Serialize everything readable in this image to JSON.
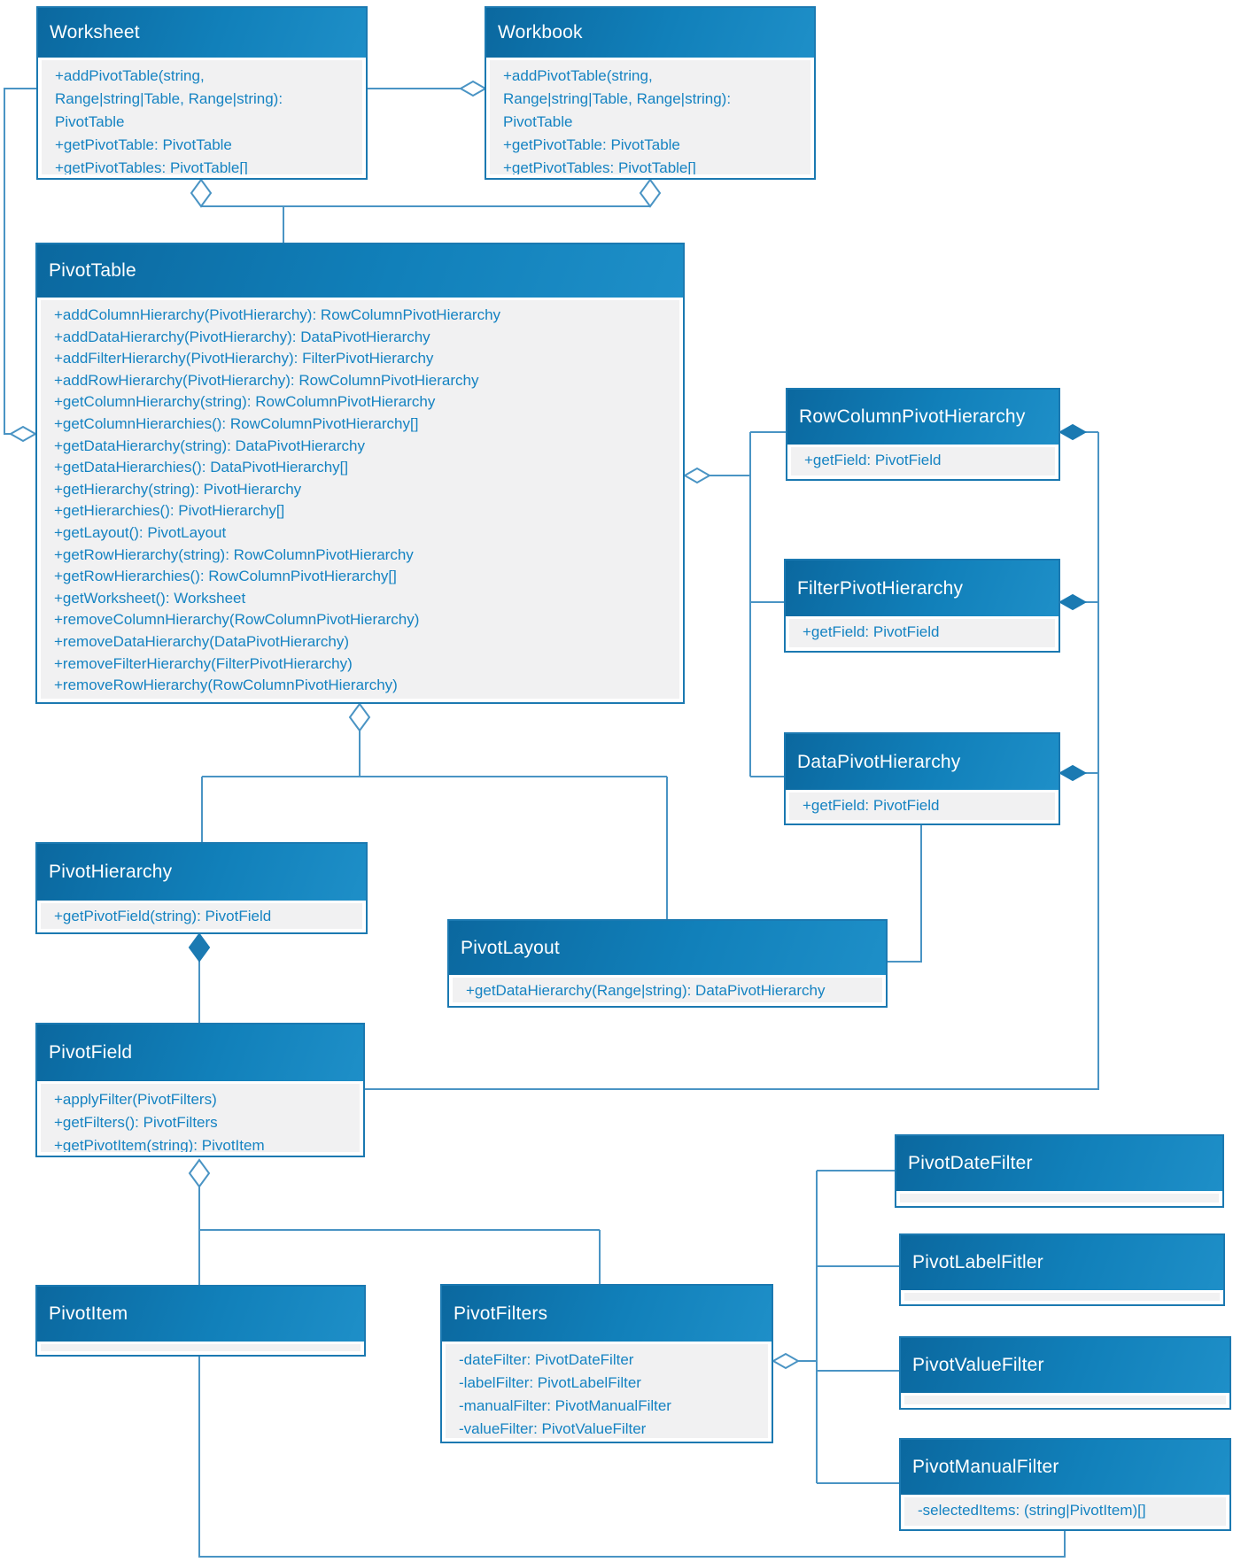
{
  "colors": {
    "header_gradient_start": "#0b689f",
    "header_gradient_end": "#1e8fc8",
    "box_border": "#1b79b1",
    "member_background": "#f1f1f2",
    "member_text": "#1583c2",
    "title_text": "#ffffff",
    "connector_line": "#4a94c4",
    "filled_diamond": "#1b7ab2"
  },
  "classes": {
    "worksheet": {
      "name": "Worksheet",
      "members": [
        "+addPivotTable(string,",
        "Range|string|Table, Range|string):",
        "PivotTable",
        "+getPivotTable: PivotTable",
        "+getPivotTables: PivotTable[]"
      ]
    },
    "workbook": {
      "name": "Workbook",
      "members": [
        "+addPivotTable(string,",
        "Range|string|Table, Range|string):",
        "PivotTable",
        "+getPivotTable: PivotTable",
        "+getPivotTables: PivotTable[]"
      ]
    },
    "pivotTable": {
      "name": "PivotTable",
      "members": [
        "+addColumnHierarchy(PivotHierarchy): RowColumnPivotHierarchy",
        "+addDataHierarchy(PivotHierarchy): DataPivotHierarchy",
        "+addFilterHierarchy(PivotHierarchy): FilterPivotHierarchy",
        "+addRowHierarchy(PivotHierarchy): RowColumnPivotHierarchy",
        "+getColumnHierarchy(string): RowColumnPivotHierarchy",
        "+getColumnHierarchies(): RowColumnPivotHierarchy[]",
        "+getDataHierarchy(string): DataPivotHierarchy",
        "+getDataHierarchies(): DataPivotHierarchy[]",
        "+getHierarchy(string): PivotHierarchy",
        "+getHierarchies(): PivotHierarchy[]",
        "+getLayout(): PivotLayout",
        "+getRowHierarchy(string): RowColumnPivotHierarchy",
        "+getRowHierarchies(): RowColumnPivotHierarchy[]",
        "+getWorksheet(): Worksheet",
        "+removeColumnHierarchy(RowColumnPivotHierarchy)",
        "+removeDataHierarchy(DataPivotHierarchy)",
        "+removeFilterHierarchy(FilterPivotHierarchy)",
        "+removeRowHierarchy(RowColumnPivotHierarchy)"
      ]
    },
    "rowColumnPivotHierarchy": {
      "name": "RowColumnPivotHierarchy",
      "members": [
        "+getField: PivotField"
      ]
    },
    "filterPivotHierarchy": {
      "name": "FilterPivotHierarchy",
      "members": [
        "+getField: PivotField"
      ]
    },
    "dataPivotHierarchy": {
      "name": "DataPivotHierarchy",
      "members": [
        "+getField: PivotField"
      ]
    },
    "pivotHierarchy": {
      "name": "PivotHierarchy",
      "members": [
        "+getPivotField(string): PivotField"
      ]
    },
    "pivotLayout": {
      "name": "PivotLayout",
      "members": [
        "+getDataHierarchy(Range|string): DataPivotHierarchy"
      ]
    },
    "pivotField": {
      "name": "PivotField",
      "members": [
        "+applyFilter(PivotFilters)",
        "+getFilters(): PivotFilters",
        "+getPivotItem(string): PivotItem"
      ]
    },
    "pivotItem": {
      "name": "PivotItem",
      "members": []
    },
    "pivotFilters": {
      "name": "PivotFilters",
      "members": [
        "-dateFilter: PivotDateFilter",
        "-labelFilter: PivotLabelFilter",
        "-manualFilter: PivotManualFilter",
        "-valueFilter: PivotValueFilter"
      ]
    },
    "pivotDateFilter": {
      "name": "PivotDateFilter",
      "members": []
    },
    "pivotLabelFitler": {
      "name": "PivotLabelFitler",
      "members": []
    },
    "pivotValueFilter": {
      "name": "PivotValueFilter",
      "members": []
    },
    "pivotManualFilter": {
      "name": "PivotManualFilter",
      "members": [
        "-selectedItems: (string|PivotItem)[]"
      ]
    }
  },
  "relationships": [
    {
      "from": "Worksheet",
      "to": "Workbook",
      "type": "aggregation-hollow",
      "diamond_at": "Workbook"
    },
    {
      "from": "PivotTable",
      "to": "Worksheet",
      "type": "aggregation-hollow",
      "diamond_at": "Worksheet-bottom"
    },
    {
      "from": "PivotTable",
      "to": "Workbook",
      "type": "aggregation-hollow",
      "diamond_at": "Workbook-bottom"
    },
    {
      "from": "Worksheet",
      "to": "PivotTable",
      "type": "aggregation-hollow",
      "diamond_at": "PivotTable-left"
    },
    {
      "from": "PivotTable",
      "to": "RowColumnPivotHierarchy",
      "type": "aggregation-hollow",
      "diamond_at": "PivotTable-right"
    },
    {
      "from": "PivotTable",
      "to": "FilterPivotHierarchy",
      "type": "aggregation-hollow",
      "diamond_at": "PivotTable-right"
    },
    {
      "from": "PivotTable",
      "to": "DataPivotHierarchy",
      "type": "aggregation-hollow",
      "diamond_at": "PivotTable-right"
    },
    {
      "from": "PivotTable",
      "to": "PivotHierarchy",
      "type": "aggregation-hollow",
      "diamond_at": "PivotTable-bottom"
    },
    {
      "from": "PivotTable",
      "to": "PivotLayout",
      "type": "aggregation-hollow",
      "diamond_at": "PivotTable-bottom"
    },
    {
      "from": "PivotLayout",
      "to": "DataPivotHierarchy",
      "type": "association"
    },
    {
      "from": "RowColumnPivotHierarchy",
      "to": "PivotField",
      "type": "composition-filled",
      "diamond_at": "RowColumnPivotHierarchy-right"
    },
    {
      "from": "FilterPivotHierarchy",
      "to": "PivotField",
      "type": "composition-filled",
      "diamond_at": "FilterPivotHierarchy-right"
    },
    {
      "from": "DataPivotHierarchy",
      "to": "PivotField",
      "type": "composition-filled",
      "diamond_at": "DataPivotHierarchy-right"
    },
    {
      "from": "PivotHierarchy",
      "to": "PivotField",
      "type": "composition-filled",
      "diamond_at": "PivotHierarchy-bottom"
    },
    {
      "from": "PivotField",
      "to": "PivotItem",
      "type": "aggregation-hollow",
      "diamond_at": "PivotField-bottom"
    },
    {
      "from": "PivotField",
      "to": "PivotFilters",
      "type": "aggregation-hollow",
      "diamond_at": "PivotField-bottom"
    },
    {
      "from": "PivotFilters",
      "to": "PivotDateFilter",
      "type": "aggregation-hollow",
      "diamond_at": "PivotFilters-right"
    },
    {
      "from": "PivotFilters",
      "to": "PivotLabelFitler",
      "type": "aggregation-hollow",
      "diamond_at": "PivotFilters-right"
    },
    {
      "from": "PivotFilters",
      "to": "PivotValueFilter",
      "type": "aggregation-hollow",
      "diamond_at": "PivotFilters-right"
    },
    {
      "from": "PivotFilters",
      "to": "PivotManualFilter",
      "type": "aggregation-hollow",
      "diamond_at": "PivotFilters-right"
    },
    {
      "from": "PivotManualFilter",
      "to": "PivotItem",
      "type": "association"
    }
  ]
}
